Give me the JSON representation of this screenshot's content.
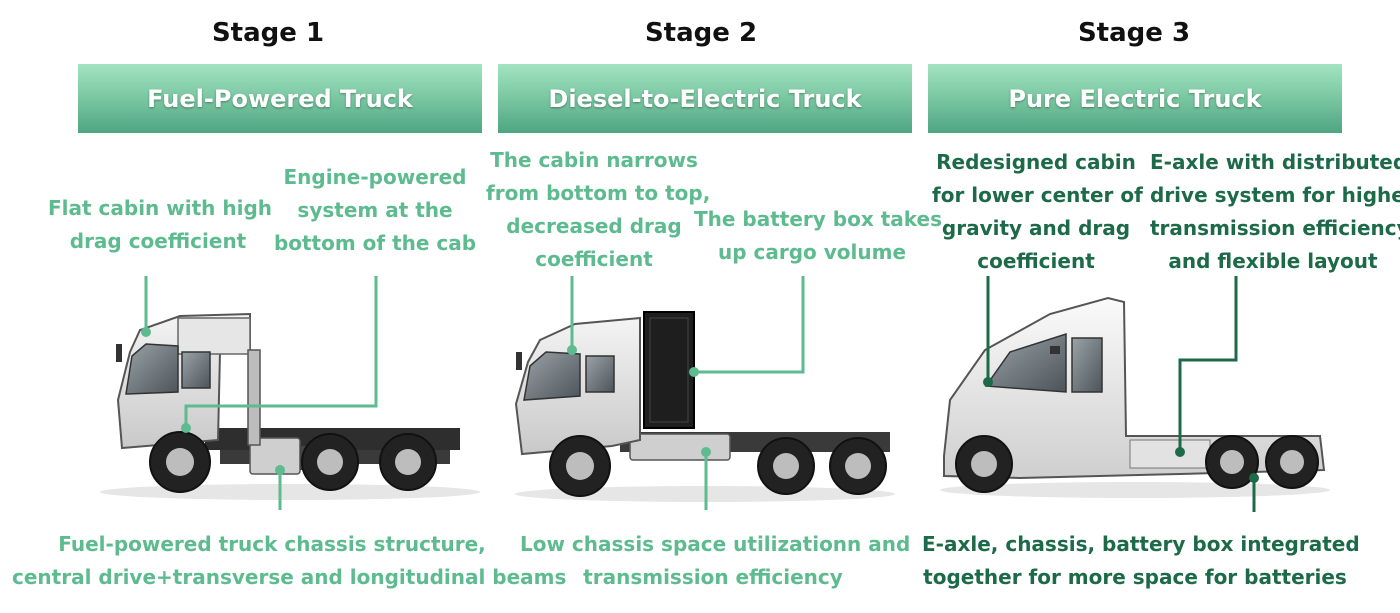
{
  "stages": [
    {
      "title": "Stage 1",
      "banner": "Fuel-Powered Truck",
      "labels": [
        [
          "Flat cabin with high",
          "drag coefficient"
        ],
        [
          "Engine-powered",
          "system at the",
          "bottom of the cab"
        ]
      ],
      "caption": [
        "Fuel-powered truck chassis structure,",
        "central drive+transverse and longitudinal beams"
      ]
    },
    {
      "title": "Stage 2",
      "banner": "Diesel-to-Electric Truck",
      "labels": [
        [
          "The cabin narrows",
          "from bottom to top,",
          "decreased drag",
          "coefficient"
        ],
        [
          "The battery box takes",
          "up cargo volume"
        ]
      ],
      "caption": [
        "Low chassis space utilizationn and",
        "transmission efficiency"
      ]
    },
    {
      "title": "Stage 3",
      "banner": "Pure Electric Truck",
      "labels": [
        [
          "Redesigned cabin",
          "for lower center of",
          "gravity and drag",
          "coefficient"
        ],
        [
          "E-axle with distributed",
          "drive system for higher",
          "transmission efficiency",
          "and flexible layout"
        ]
      ],
      "caption": [
        "E-axle, chassis, battery box integrated",
        "together for more space for batteries"
      ]
    }
  ],
  "colors": {
    "accent_light": "#5dbb8f",
    "accent_dark": "#1d6a48",
    "banner_top": "#a4e3c2",
    "banner_bottom": "#4fa582"
  }
}
